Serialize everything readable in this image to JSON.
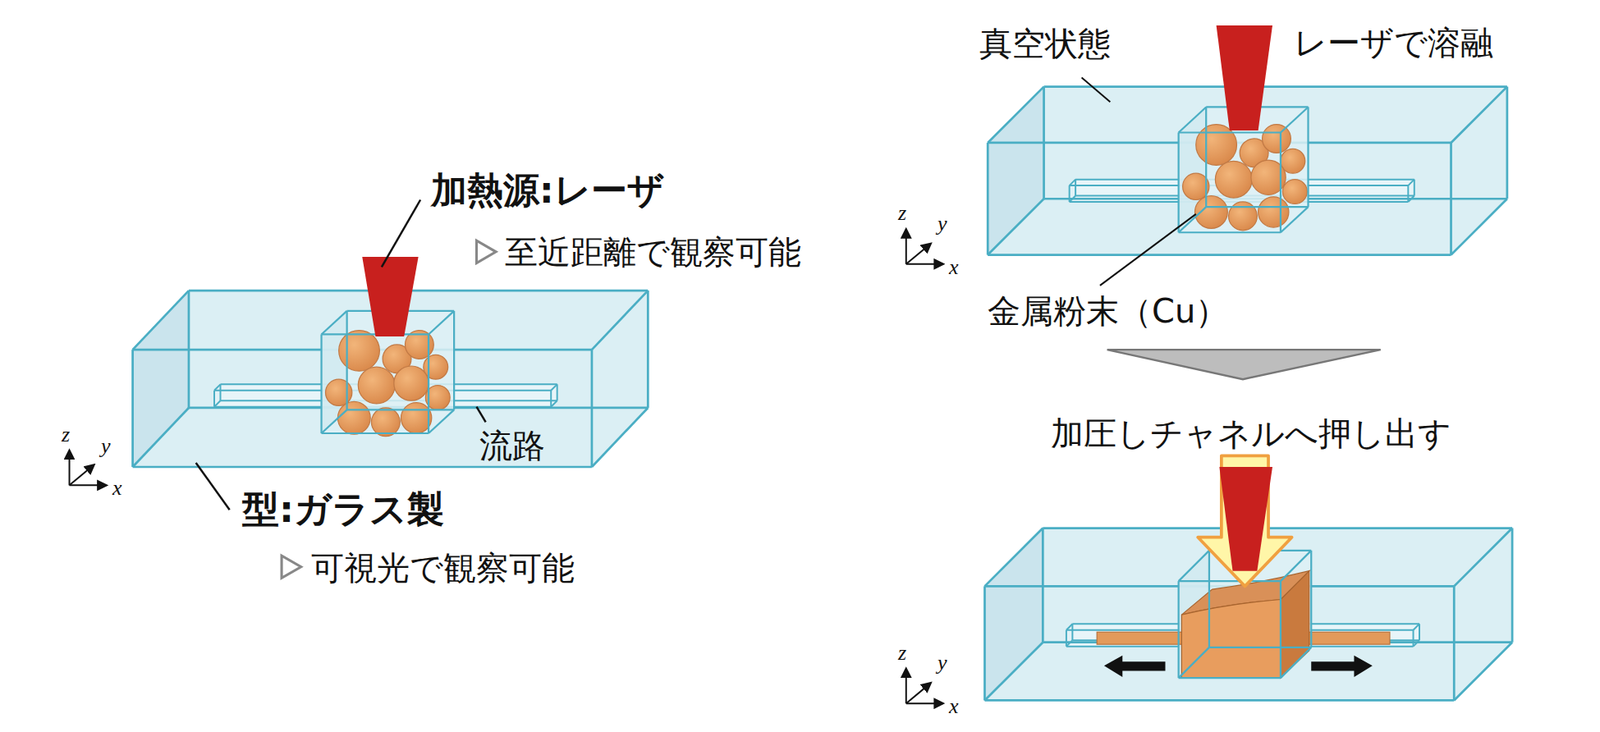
{
  "diagram": {
    "labels": [
      "加熱源:レーザ",
      "至近距離で観察可能",
      "流路",
      "z",
      "y",
      "x",
      "型:ガラス製",
      "可視光で観察可能",
      "真空状態",
      "レーザで溶融",
      "z",
      "y",
      "x",
      "金属粉末（Cu）",
      "加圧しチャネルへ押し出す",
      "z",
      "y",
      "x"
    ]
  }
}
